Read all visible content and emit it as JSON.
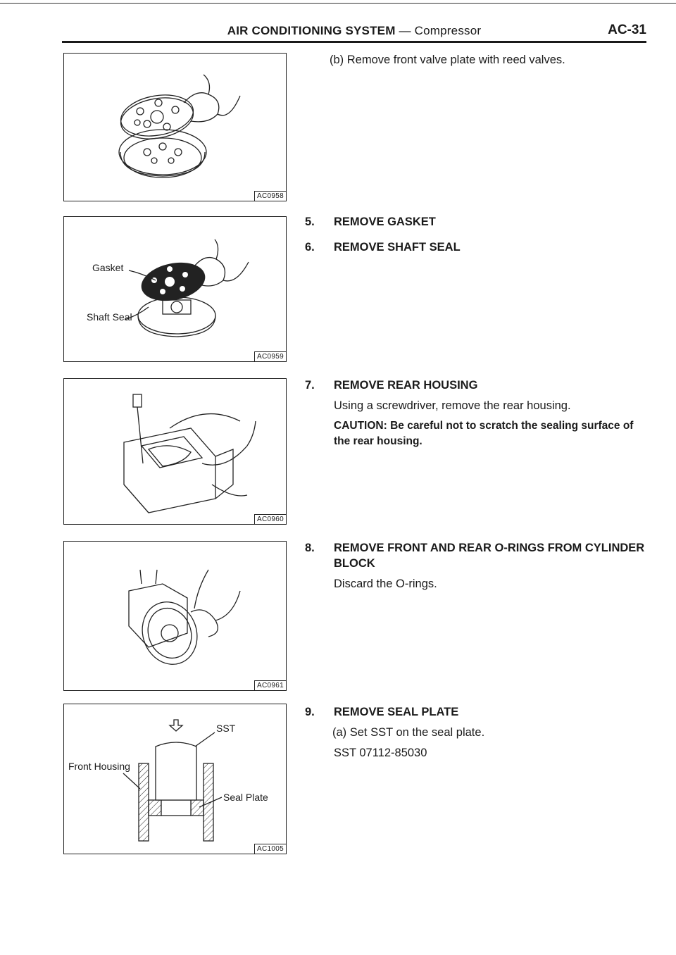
{
  "header": {
    "title_bold": "AIR CONDITIONING SYSTEM",
    "title_sep": "—",
    "title_rest": "Compressor",
    "page_code": "AC-31"
  },
  "figures": [
    {
      "code": "AC0958",
      "labels": []
    },
    {
      "code": "AC0959",
      "labels": [
        "Gasket",
        "Shaft Seal"
      ]
    },
    {
      "code": "AC0960",
      "labels": []
    },
    {
      "code": "AC0961",
      "labels": []
    },
    {
      "code": "AC1005",
      "labels": [
        "SST",
        "Front Housing",
        "Seal Plate"
      ]
    }
  ],
  "instructions": {
    "step_b": "(b)  Remove front valve plate with reed valves.",
    "step5": {
      "num": "5.",
      "title": "REMOVE GASKET"
    },
    "step6": {
      "num": "6.",
      "title": "REMOVE SHAFT SEAL"
    },
    "step7": {
      "num": "7.",
      "title": "REMOVE REAR HOUSING",
      "text": "Using a screwdriver, remove the rear housing.",
      "caution": "CAUTION:   Be careful not to scratch the sealing surface of the rear housing."
    },
    "step8": {
      "num": "8.",
      "title": "REMOVE FRONT AND REAR O-RINGS FROM CYLINDER BLOCK",
      "text": "Discard the O-rings."
    },
    "step9": {
      "num": "9.",
      "title": "REMOVE SEAL PLATE",
      "sub_a": "(a)  Set SST on the seal plate.",
      "sst": "SST 07112-85030"
    }
  }
}
